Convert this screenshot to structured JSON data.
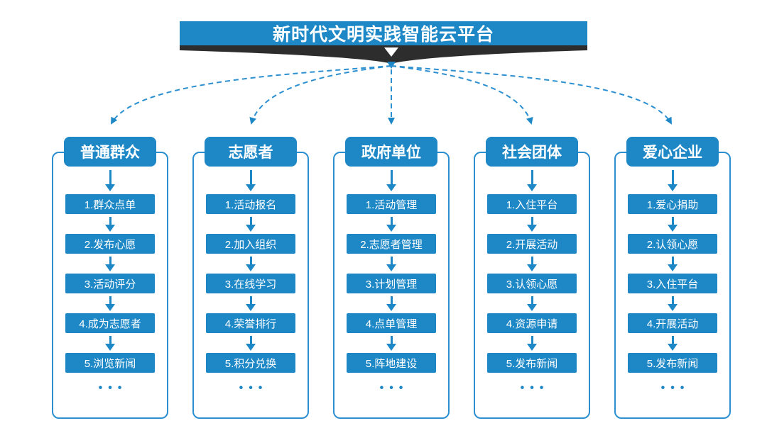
{
  "banner": {
    "title": "新时代文明实践智能云平台"
  },
  "ellipsis": "•••",
  "colors": {
    "primary_blue": "#1E88C7",
    "connector_blue": "#2B8FD0",
    "ribbon_dark": "#2D2D2D",
    "text_white": "#FFFFFF"
  },
  "columns": [
    {
      "header": "普通群众",
      "items": [
        "1.群众点单",
        "2.发布心愿",
        "3.活动评分",
        "4.成为志愿者",
        "5.浏览新闻"
      ]
    },
    {
      "header": "志愿者",
      "items": [
        "1.活动报名",
        "2.加入组织",
        "3.在线学习",
        "4.荣誉排行",
        "5.积分兑换"
      ]
    },
    {
      "header": "政府单位",
      "items": [
        "1.活动管理",
        "2.志愿者管理",
        "3.计划管理",
        "4.点单管理",
        "5.阵地建设"
      ]
    },
    {
      "header": "社会团体",
      "items": [
        "1.入住平台",
        "2.开展活动",
        "3.认领心愿",
        "4.资源申请",
        "5.发布新闻"
      ]
    },
    {
      "header": "爱心企业",
      "items": [
        "1.爱心捐助",
        "2.认领心愿",
        "3.入住平台",
        "4.开展活动",
        "5.发布新闻"
      ]
    }
  ]
}
